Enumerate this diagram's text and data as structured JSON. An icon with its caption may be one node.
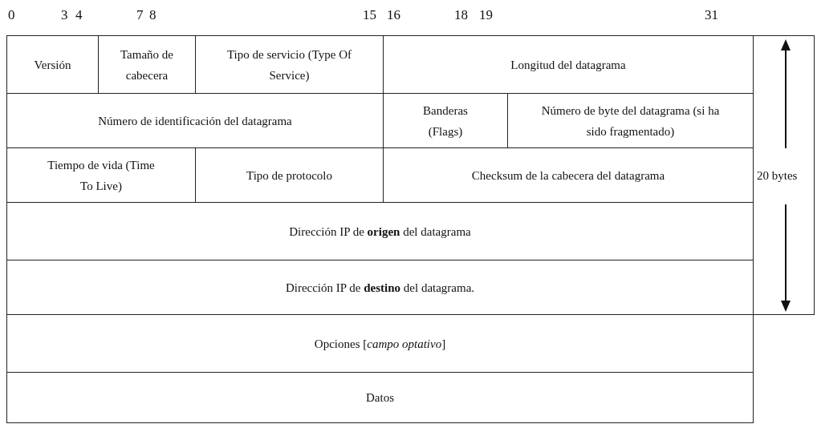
{
  "diagram": {
    "labels": [
      "0",
      "3",
      "4",
      "7",
      "8",
      "15",
      "16",
      "18",
      "19",
      "31",
      "Versión",
      "Tamaño de cabecera",
      "Tipo de servicio (Type Of Service)",
      "Longitud del datagrama",
      "Número de identificación del datagrama",
      "Banderas (Flags)",
      "Número de byte del datagrama (si ha sido fragmentado)",
      "Tiempo de vida (Time To Live)",
      "Tipo de protocolo",
      "Checksum de la cabecera del datagrama",
      "Dirección IP de **origen** del datagrama",
      "Dirección IP de **destino** del datagrama.",
      "Opciones [*campo optativo*]",
      "Datos",
      "20 bytes"
    ]
  }
}
